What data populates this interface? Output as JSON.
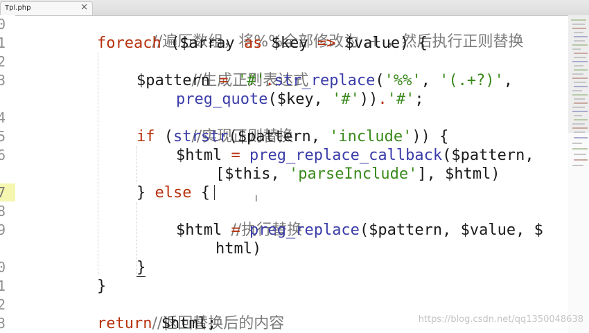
{
  "tab": {
    "title": "Tpl.php",
    "close_glyph": "×"
  },
  "gutter": {
    "line_numbers": [
      "0",
      "1",
      "2",
      "3",
      "",
      "4",
      "5",
      "6",
      "",
      "7",
      "8",
      "9",
      "",
      "0",
      "1",
      "2",
      "3"
    ]
  },
  "code": {
    "l0_comment": "//遍历数组，将%%全部修改为 .+ ，然后执行正则替换",
    "l1_kw": "foreach",
    "l1_a": " ($array ",
    "l1_as": "as",
    "l1_b": " $key ",
    "l1_arrow": "=>",
    "l1_c": " $value) {",
    "l2_comment": "//生成正则表达式",
    "l3_a": "$pattern ",
    "l3_eq": "=",
    "l3_sp": " ",
    "l3_s1": "'#'",
    "l3_dot": ".",
    "l3_fn": "str_replace",
    "l3_p1": "(",
    "l3_s2": "'%%'",
    "l3_comma": ", ",
    "l3_s3": "'(.+?)'",
    "l3_end": ",",
    "l4_fn": "preg_quote",
    "l4_a": "($key, ",
    "l4_s1": "'#'",
    "l4_b": "))",
    "l4_dot": ".",
    "l4_s2": "'#'",
    "l4_end": ";",
    "l5_comment": "//实现正则替换",
    "l6_kw": "if",
    "l6_a": " (",
    "l6_fn": "strstr",
    "l6_b": "($pattern, ",
    "l6_s": "'include'",
    "l6_c": ")) {",
    "l7_a": "$html ",
    "l7_eq": "=",
    "l7_sp": " ",
    "l7_fn": "preg_replace_callback",
    "l7_b": "($pattern,",
    "l8_a": "[$this, ",
    "l8_s": "'parseInclude'",
    "l8_b": "], $html)",
    "l9_a": "} ",
    "l9_kw": "else",
    "l9_b": " {",
    "l10_comment": "//执行替换",
    "l11_a": "$html ",
    "l11_eq": "=",
    "l11_sp": " ",
    "l11_fn": "preg_replace",
    "l11_b": "($pattern, $value, $",
    "l12_a": "html)",
    "l13_a": "}",
    "l14_a": "}",
    "l15_comment": "//返回替换后的内容",
    "l16_kw": "return",
    "l16_a": " $html;"
  },
  "watermark": "https://blog.csdn.net/qq1350048638",
  "colors": {
    "keyword": "#b8320f",
    "function": "#3a3ca8",
    "string": "#3a8a1c",
    "comment": "#7a7a7a",
    "active_line": "#f5f7b0"
  }
}
